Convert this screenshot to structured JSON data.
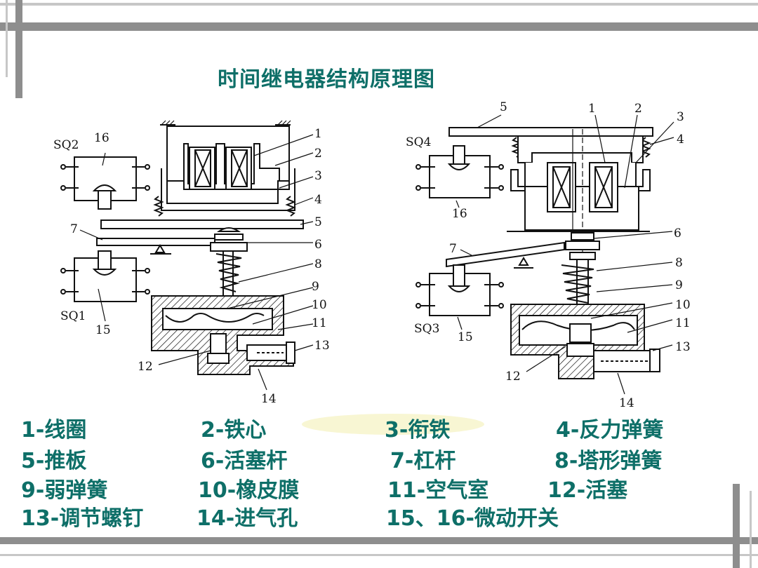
{
  "slide": {
    "title": "时间继电器结构原理图",
    "colors": {
      "text": "#0e6f68",
      "frame": "#8e8e8e",
      "highlight": "#f2f0b0"
    }
  },
  "diagram_left": {
    "switch_labels": [
      "SQ2",
      "SQ1"
    ],
    "part_numbers": [
      "16",
      "1",
      "2",
      "3",
      "4",
      "5",
      "7",
      "6",
      "8",
      "9",
      "10",
      "11",
      "13",
      "15",
      "12",
      "14"
    ]
  },
  "diagram_right": {
    "switch_labels": [
      "SQ4",
      "SQ3"
    ],
    "part_numbers": [
      "5",
      "1",
      "2",
      "3",
      "4",
      "16",
      "6",
      "7",
      "8",
      "9",
      "10",
      "11",
      "13",
      "15",
      "12",
      "14"
    ]
  },
  "legend": [
    [
      "1-线圈",
      "2-铁心",
      "3-衔铁",
      "4-反力弹簧"
    ],
    [
      "5-推板",
      "6-活塞杆",
      "7-杠杆",
      "8-塔形弹簧"
    ],
    [
      "9-弱弹簧",
      "10-橡皮膜",
      "11-空气室",
      "12-活塞"
    ],
    [
      "13-调节螺钉",
      "14-进气孔",
      "15、16-微动开关"
    ]
  ]
}
